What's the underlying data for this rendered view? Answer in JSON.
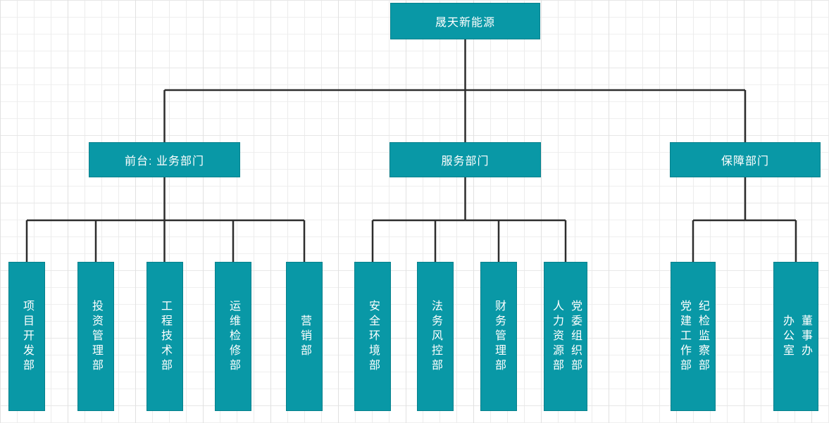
{
  "org_chart": {
    "type": "org-chart",
    "root": {
      "label": "晟天新能源"
    },
    "groups": [
      {
        "label": "前台: 业务部门",
        "children": [
          {
            "label": "项目开发部"
          },
          {
            "label": "投资管理部"
          },
          {
            "label": "工程技术部"
          },
          {
            "label": "运维检修部"
          },
          {
            "label": "营销部"
          }
        ]
      },
      {
        "label": "服务部门",
        "children": [
          {
            "label": "安全环境部"
          },
          {
            "label": "法务风控部"
          },
          {
            "label": "财务管理部"
          },
          {
            "label": "党委组织部\n人力资源部"
          }
        ]
      },
      {
        "label": "保障部门",
        "children": [
          {
            "label": "纪检监察部\n党建工作部"
          },
          {
            "label": "董事办\n办公室"
          }
        ]
      }
    ],
    "colors": {
      "node_fill": "#0998a6",
      "node_text": "#ffffff",
      "edge": "#2d2d2d",
      "grid": "#e9e9e9"
    }
  }
}
